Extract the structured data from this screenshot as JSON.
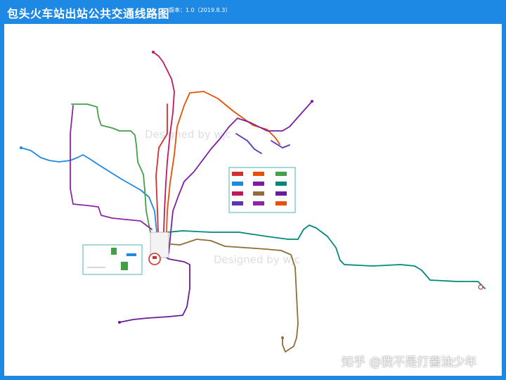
{
  "header": {
    "title": "包头火车站出站公共交通线路图",
    "version": "版本：1.0（2019.8.3）"
  },
  "watermark": "Designed by wjc",
  "credit": "知乎 @我不是打酱油少年",
  "colors": {
    "header_blue": "#1e88e5",
    "lines": [
      "#d32f2f",
      "#e65100",
      "#00897b",
      "#6a1b9a",
      "#1e88e5",
      "#43a047",
      "#8d6e3c",
      "#7b1fa2",
      "#c2185b",
      "#5e35b1"
    ]
  }
}
